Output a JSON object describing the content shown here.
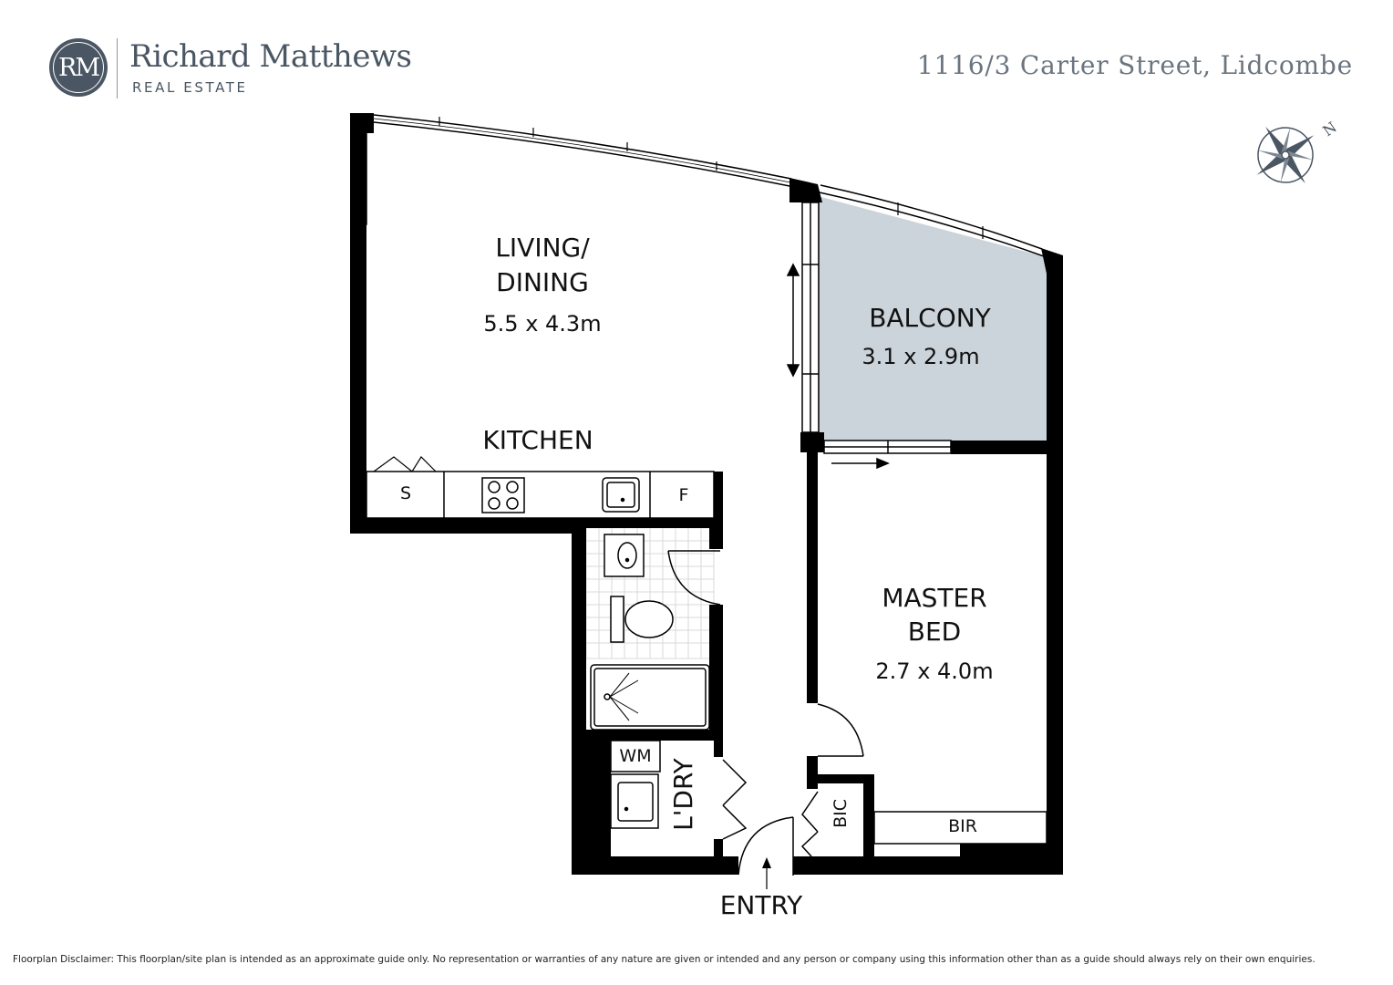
{
  "brand": {
    "logo_text": "RM",
    "name": "Richard Matthews",
    "subtitle": "REAL ESTATE"
  },
  "address": "1116/3 Carter Street, Lidcombe",
  "compass": {
    "icon": "compass-rose-icon",
    "north_label": "N"
  },
  "rooms": {
    "living": {
      "name_line1": "LIVING/",
      "name_line2": "DINING",
      "dims": "5.5 x 4.3m"
    },
    "balcony": {
      "name": "BALCONY",
      "dims": "3.1 x 2.9m",
      "fill": "#ccd4db"
    },
    "kitchen": {
      "name": "KITCHEN"
    },
    "master": {
      "name_line1": "MASTER",
      "name_line2": "BED",
      "dims": "2.7 x 4.0m"
    },
    "laundry": {
      "name": "L'DRY"
    },
    "entry": {
      "name": "ENTRY"
    }
  },
  "fixtures": {
    "store": "S",
    "fridge": "F",
    "washing_machine": "WM",
    "bic": "BIC",
    "bir": "BIR"
  },
  "colors": {
    "wall": "#000000",
    "brand": "#4a5663",
    "balcony": "#ccd4db"
  },
  "disclaimer": "Floorplan Disclaimer: This floorplan/site plan is intended as an approximate guide only. No representation or warranties of any nature are given or intended and any person or company using this information other than as a guide should always rely on their own enquiries."
}
